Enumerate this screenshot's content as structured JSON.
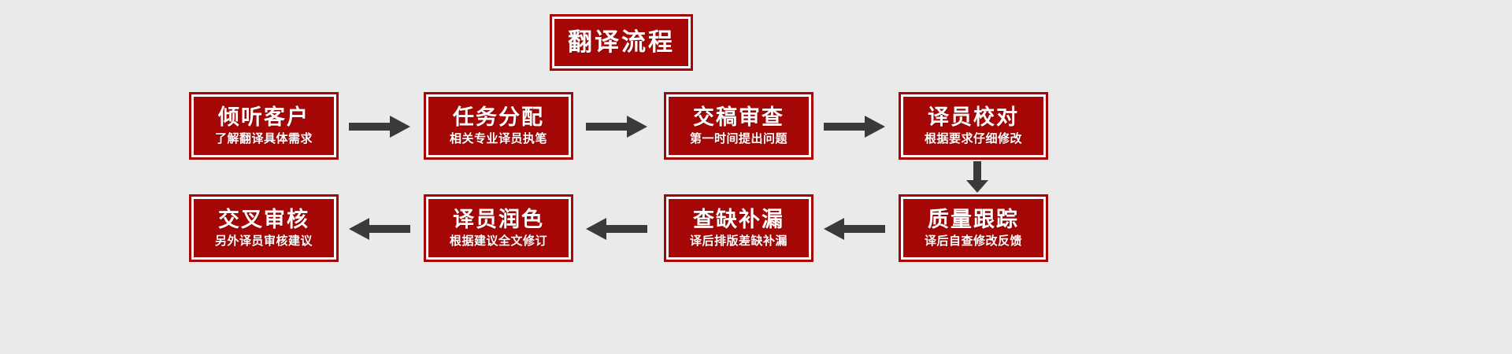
{
  "page": {
    "background_color": "#eaeaea",
    "box_fill_color": "#a50606",
    "box_border_color": "#a50606",
    "box_inner_border_color": "#ffffff",
    "arrow_color": "#3a3a3a",
    "text_color": "#ffffff"
  },
  "title": {
    "text": "翻译流程"
  },
  "flow": {
    "row1": [
      {
        "title": "倾听客户",
        "subtitle": "了解翻译具体需求"
      },
      {
        "title": "任务分配",
        "subtitle": "相关专业译员执笔"
      },
      {
        "title": "交稿审查",
        "subtitle": "第一时间提出问题"
      },
      {
        "title": "译员校对",
        "subtitle": "根据要求仔细修改"
      }
    ],
    "row2": [
      {
        "title": "交叉审核",
        "subtitle": "另外译员审核建议"
      },
      {
        "title": "译员润色",
        "subtitle": "根据建议全文修订"
      },
      {
        "title": "查缺补漏",
        "subtitle": "译后排版差缺补漏"
      },
      {
        "title": "质量跟踪",
        "subtitle": "译后自查修改反馈"
      }
    ]
  },
  "connectors": {
    "row1_arrows": [
      "right",
      "right",
      "right"
    ],
    "row2_arrows": [
      "left",
      "left",
      "left"
    ],
    "vertical_arrow": "down"
  }
}
